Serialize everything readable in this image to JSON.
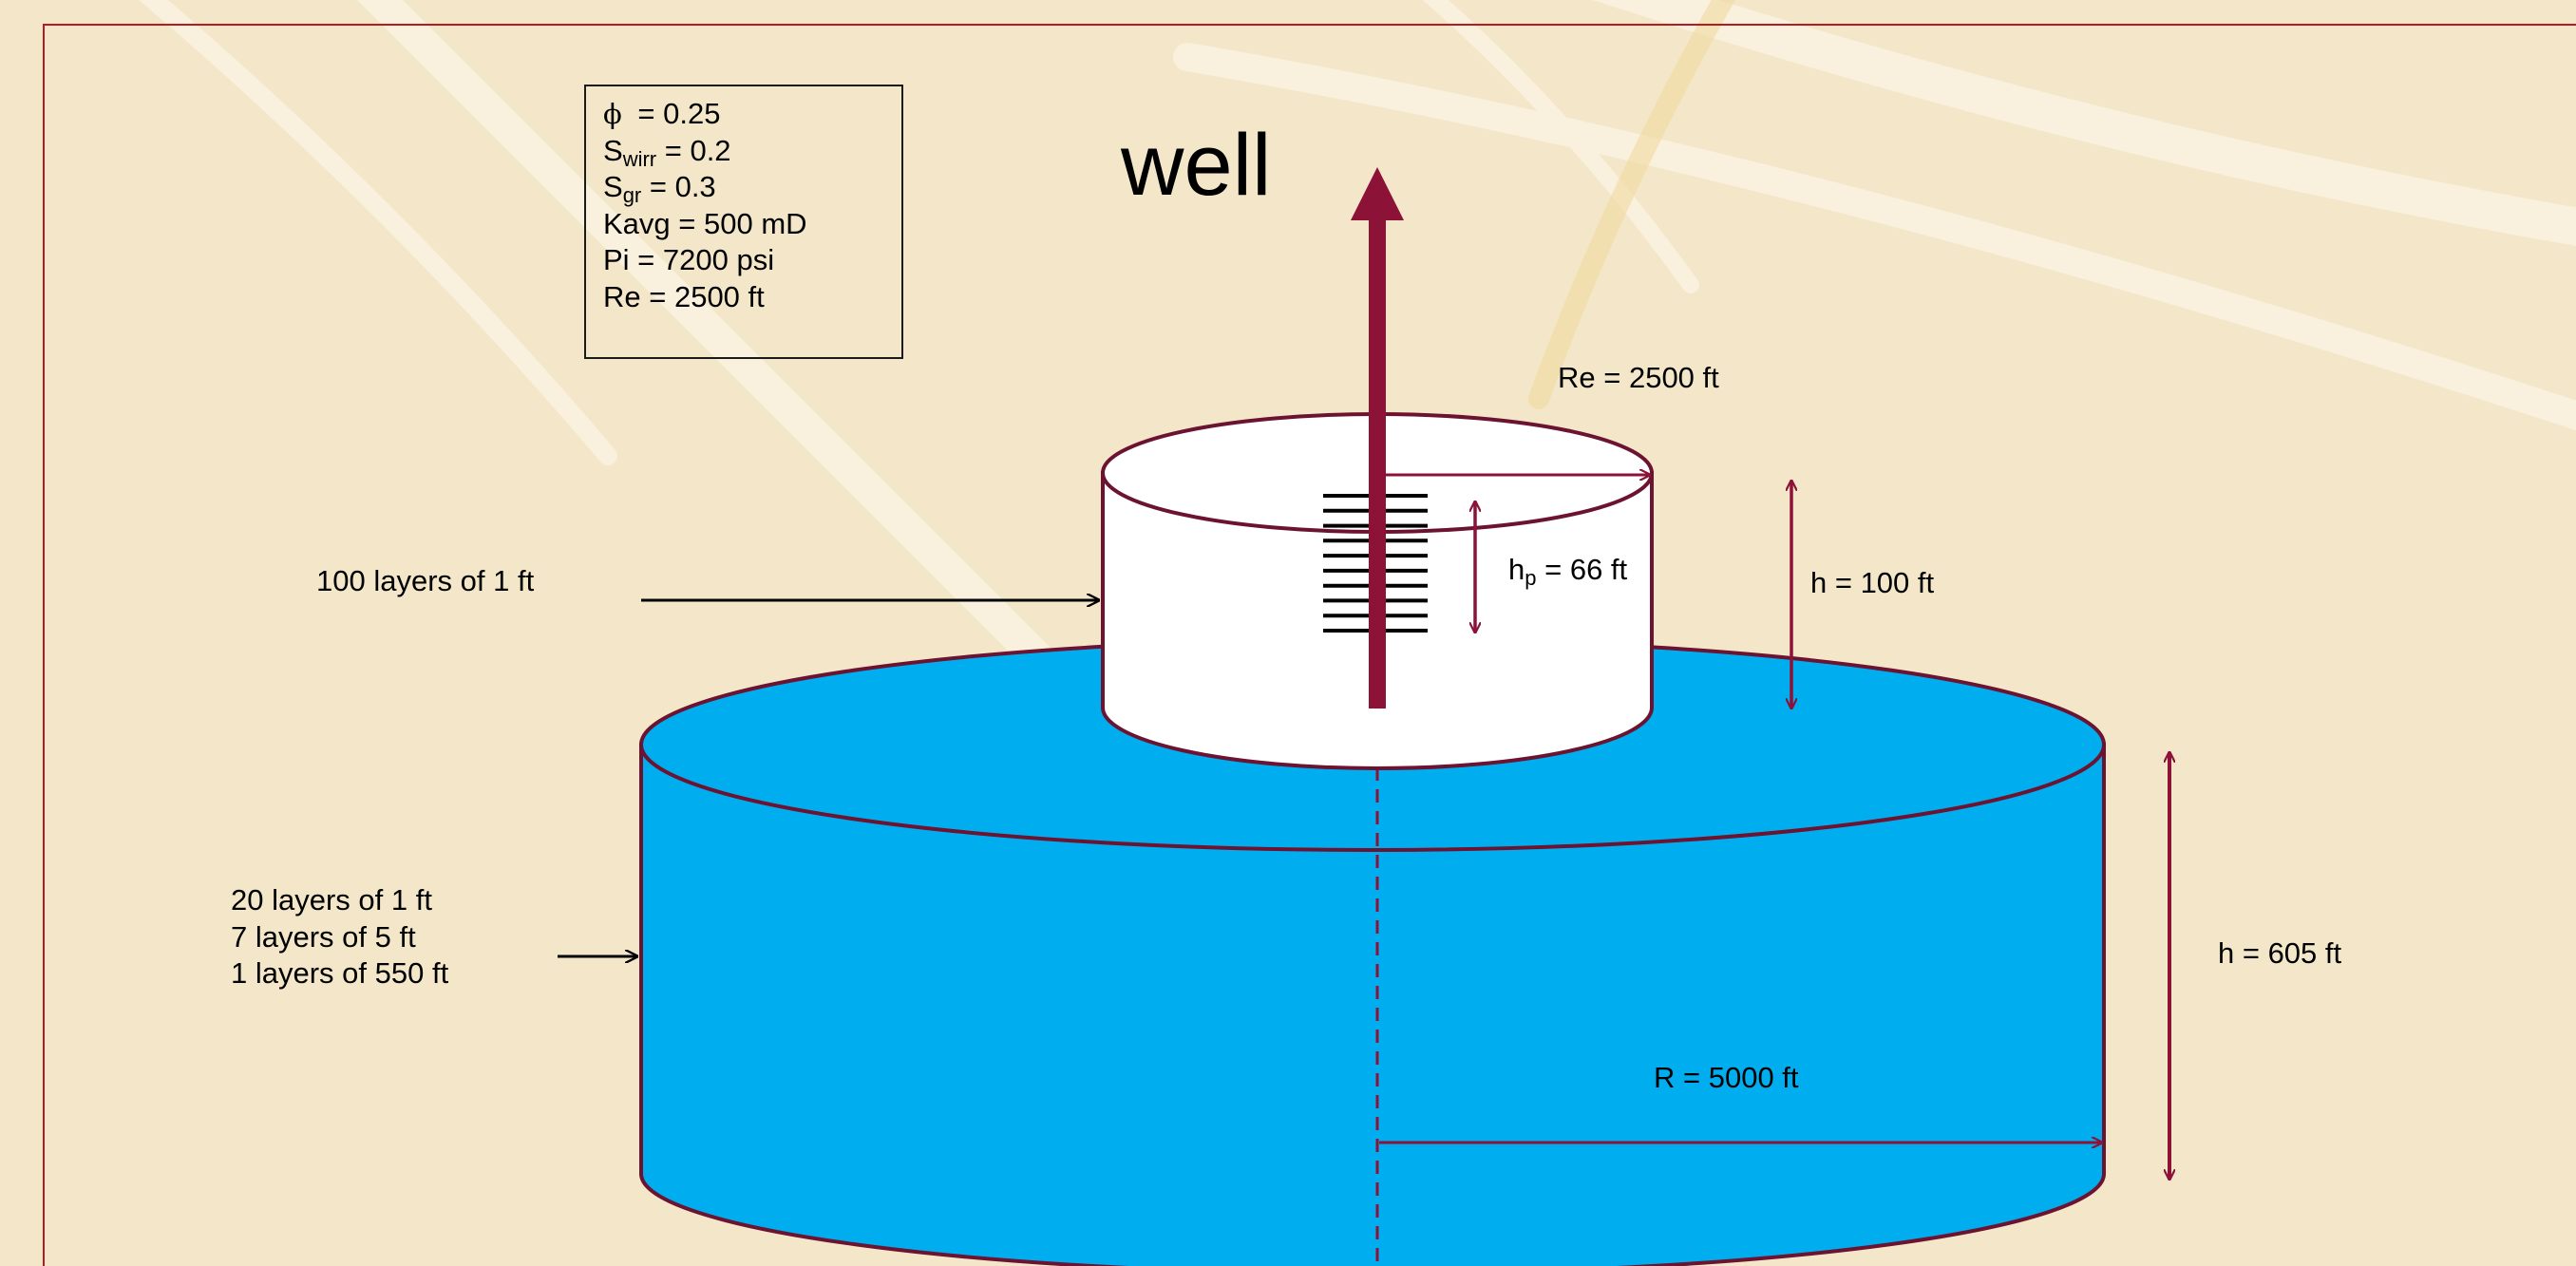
{
  "colors": {
    "background": "#f4e7c9",
    "frame": "#b01e24",
    "outer_cylinder_fill": "#00aeef",
    "inner_cylinder_fill": "#ffffff",
    "outline": "#6b1330",
    "well_pipe": "#8c1238",
    "arrow_black": "#000000"
  },
  "properties_box": {
    "porosity_symbol": "ϕ",
    "porosity_value": " = 0.25",
    "swirr_base": "S",
    "swirr_sub": "wirr",
    "swirr_value": " = 0.2",
    "sgr_base": "S",
    "sgr_sub": "gr",
    "sgr_value": " = 0.3",
    "kavg": "Kavg = 500 mD",
    "pi": "Pi = 7200 psi",
    "re": "Re = 2500 ft"
  },
  "well": {
    "title": "well",
    "perforation_count": 10
  },
  "inner_cylinder": {
    "radius_label": "Re = 2500 ft",
    "height_label": "h = 100 ft",
    "perforation_base": "h",
    "perforation_sub": "p",
    "perforation_value": " = 66 ft",
    "layers_label": "100 layers of 1 ft"
  },
  "outer_cylinder": {
    "radius_label": "R = 5000 ft",
    "height_label": "h = 605 ft",
    "layers": [
      "20 layers of 1 ft",
      "7 layers of 5 ft",
      "1 layers of 550 ft"
    ]
  }
}
